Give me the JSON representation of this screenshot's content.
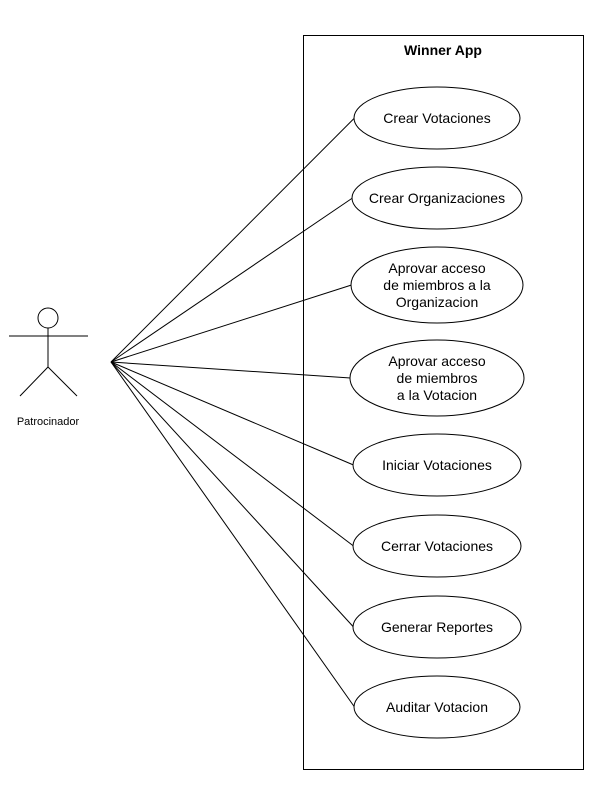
{
  "system": {
    "title": "Winner App"
  },
  "actor": {
    "name": "Patrocinador"
  },
  "use_cases": [
    {
      "id": "crear-votaciones",
      "lines": [
        "Crear Votaciones"
      ]
    },
    {
      "id": "crear-organizaciones",
      "lines": [
        "Crear Organizaciones"
      ]
    },
    {
      "id": "aprovar-acceso-organizacion",
      "lines": [
        "Aprovar acceso",
        "de miembros a la",
        "Organizacion"
      ]
    },
    {
      "id": "aprovar-acceso-votacion",
      "lines": [
        "Aprovar acceso",
        "de miembros",
        "a la Votacion"
      ]
    },
    {
      "id": "iniciar-votaciones",
      "lines": [
        "Iniciar Votaciones"
      ]
    },
    {
      "id": "cerrar-votaciones",
      "lines": [
        "Cerrar Votaciones"
      ]
    },
    {
      "id": "generar-reportes",
      "lines": [
        "Generar Reportes"
      ]
    },
    {
      "id": "auditar-votacion",
      "lines": [
        "Auditar Votacion"
      ]
    }
  ]
}
